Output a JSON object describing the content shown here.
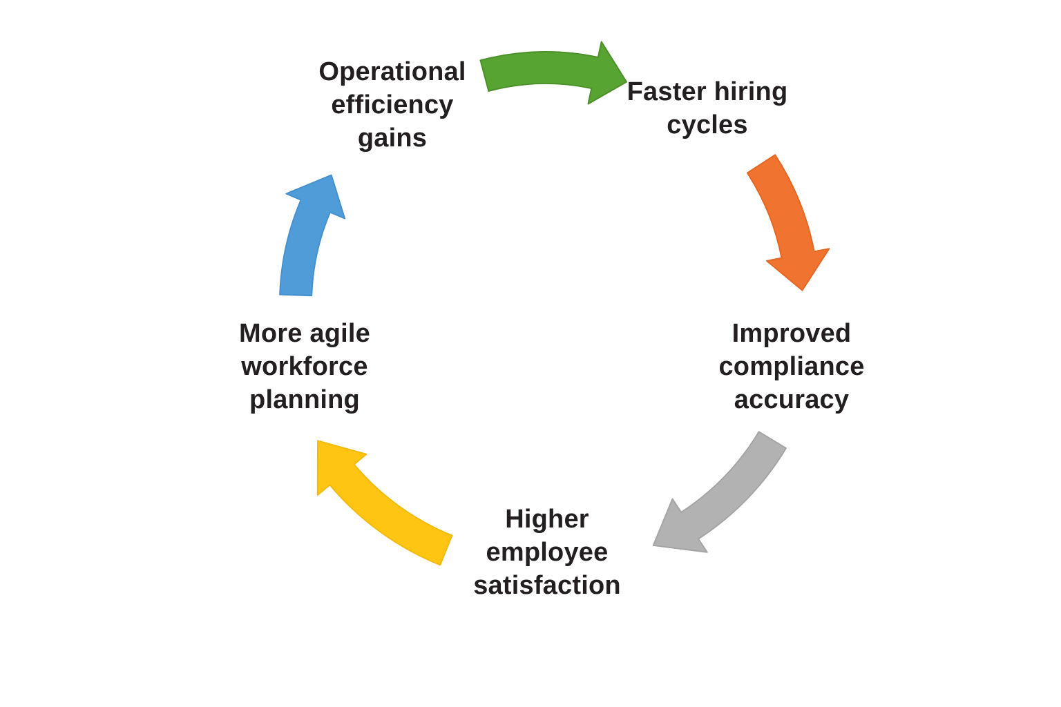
{
  "diagram": {
    "type": "cycle",
    "background_color": "#ffffff",
    "text_color": "#231f20",
    "nodes": [
      {
        "id": "operational-efficiency-gains",
        "label": "Operational\nefficiency\ngains"
      },
      {
        "id": "faster-hiring-cycles",
        "label": "Faster hiring\ncycles"
      },
      {
        "id": "improved-compliance-accuracy",
        "label": "Improved\ncompliance\naccuracy"
      },
      {
        "id": "higher-employee-satisfaction",
        "label": "Higher\nemployee\nsatisfaction"
      },
      {
        "id": "more-agile-workforce-planning",
        "label": "More agile\nworkforce\nplanning"
      }
    ],
    "arrows": [
      {
        "id": "arrow-operational-to-faster-hiring",
        "from": "operational-efficiency-gains",
        "to": "faster-hiring-cycles",
        "color": "#58a433",
        "edge_color": "#4c9029"
      },
      {
        "id": "arrow-faster-hiring-to-compliance",
        "from": "faster-hiring-cycles",
        "to": "improved-compliance-accuracy",
        "color": "#f0742f",
        "edge_color": "#e36722"
      },
      {
        "id": "arrow-compliance-to-satisfaction",
        "from": "improved-compliance-accuracy",
        "to": "higher-employee-satisfaction",
        "color": "#b3b2b2",
        "edge_color": "#a5a4a4"
      },
      {
        "id": "arrow-satisfaction-to-planning",
        "from": "higher-employee-satisfaction",
        "to": "more-agile-workforce-planning",
        "color": "#ffc512",
        "edge_color": "#f2ba0c"
      },
      {
        "id": "arrow-planning-to-operational",
        "from": "more-agile-workforce-planning",
        "to": "operational-efficiency-gains",
        "color": "#4f9cd9",
        "edge_color": "#4591cf"
      }
    ]
  }
}
